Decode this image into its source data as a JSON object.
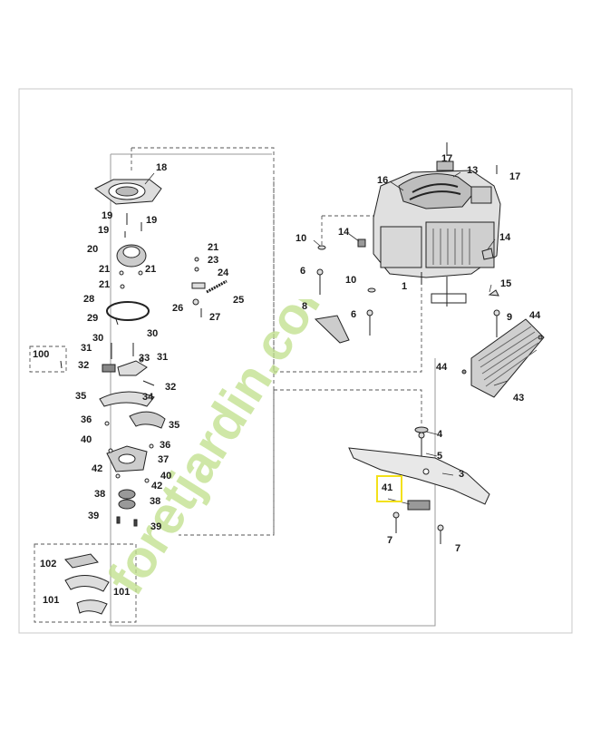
{
  "watermark": {
    "text": "foretjardin.com",
    "colors": [
      "#bfe08a",
      "#f4c48a",
      "#bcd9f0"
    ]
  },
  "highlight": {
    "color": "#f3e11a",
    "callout": "41"
  },
  "callouts": {
    "p18": "18",
    "p19a": "19",
    "p19b": "19",
    "p19c": "19",
    "p20": "20",
    "p21a": "21",
    "p21b": "21",
    "p21c": "21",
    "p21d": "21",
    "p23": "23",
    "p24": "24",
    "p25": "25",
    "p26": "26",
    "p27": "27",
    "p28": "28",
    "p29": "29",
    "p30a": "30",
    "p30b": "30",
    "p31a": "31",
    "p31b": "31",
    "p32a": "32",
    "p32b": "32",
    "p33": "33",
    "p100": "100",
    "p35a": "35",
    "p35b": "35",
    "p34": "34",
    "p36a": "36",
    "p36b": "36",
    "p40a": "40",
    "p40b": "40",
    "p37": "37",
    "p42a": "42",
    "p42b": "42",
    "p38a": "38",
    "p38b": "38",
    "p39a": "39",
    "p39b": "39",
    "p102": "102",
    "p101a": "101",
    "p101b": "101",
    "p17a": "17",
    "p17b": "17",
    "p16": "16",
    "p13": "13",
    "p14a": "14",
    "p14b": "14",
    "p10a": "10",
    "p10b": "10",
    "p6a": "6",
    "p6b": "6",
    "p1": "1",
    "p15": "15",
    "p8": "8",
    "p9": "9",
    "p44a": "44",
    "p44b": "44",
    "p43": "43",
    "p4": "4",
    "p5": "5",
    "p3": "3",
    "p41": "41",
    "p7a": "7",
    "p7b": "7"
  }
}
